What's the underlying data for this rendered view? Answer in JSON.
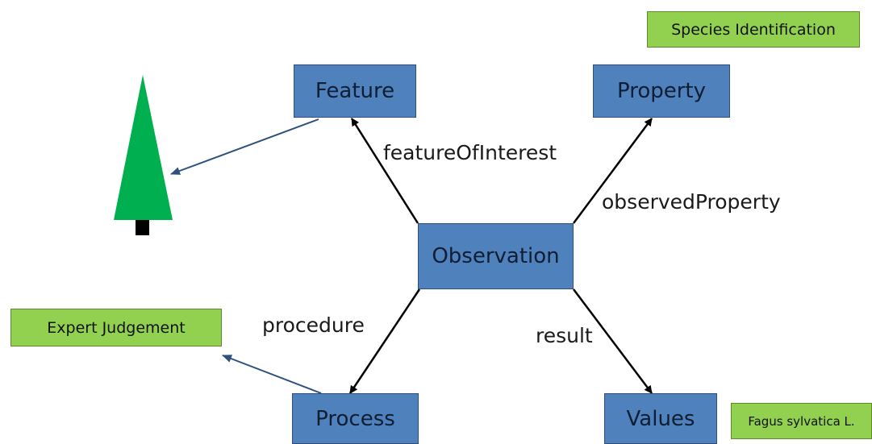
{
  "nodes": {
    "observation": "Observation",
    "feature": "Feature",
    "property": "Property",
    "process": "Process",
    "values": "Values"
  },
  "relations": {
    "feature_of_interest": "featureOfInterest",
    "observed_property": "observedProperty",
    "procedure": "procedure",
    "result": "result"
  },
  "annotations": {
    "species_identification": "Species Identification",
    "expert_judgement": "Expert Judgement",
    "fagus_sylvatica": "Fagus sylvatica L."
  },
  "colors": {
    "node_fill": "#4f81bd",
    "annotation_fill": "#92d050",
    "tree_green": "#00b050",
    "link_arrow": "#2f4f7f"
  },
  "icons": [
    "tree-icon"
  ]
}
